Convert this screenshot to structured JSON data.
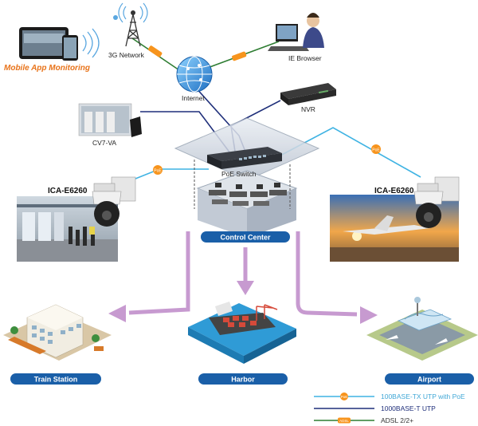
{
  "nodes": {
    "mobile": "Mobile App Monitoring",
    "network_3g": "3G Network",
    "internet": "Internet",
    "ie_browser": "IE Browser",
    "nvr": "NVR",
    "cv7": "CV7-VA",
    "poe_switch": "PoE Switch",
    "control_center": "Control Center",
    "camera_left": "ICA-E6260",
    "camera_right": "ICA-E6260"
  },
  "destinations": {
    "train": "Train Station",
    "harbor": "Harbor",
    "airport": "Airport"
  },
  "badges": {
    "poe": "PoE",
    "adsl": "ADSL"
  },
  "legend": {
    "poe_line": "100BASE-TX UTP with PoE",
    "utp_line": "1000BASE-T UTP",
    "adsl_line": "ADSL 2/2+"
  },
  "colors": {
    "poe_line": "#3fb3e3",
    "utp_line": "#1f2f7a",
    "adsl_line": "#2e7d32",
    "badge": "#f7941d",
    "arrow": "#c79ad0",
    "label_pill": "#1a5fa8",
    "mobile_text": "#e8731a"
  }
}
